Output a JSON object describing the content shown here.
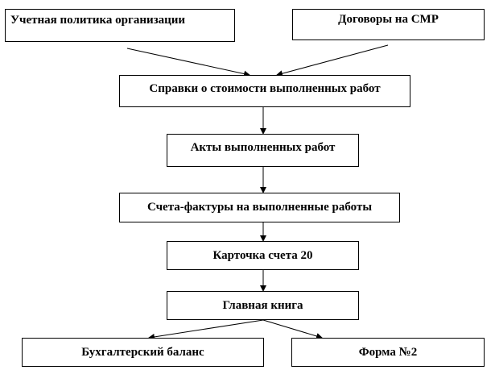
{
  "diagram": {
    "nodes": {
      "policy": "Учетная политика организации",
      "contracts": "Договоры на СМР",
      "spravki": "Справки о стоимости выполненных работ",
      "akty": "Акты выполненных работ",
      "scheta": "Счета-фактуры на выполненные работы",
      "kartochka": "Карточка счета 20",
      "kniga": "Главная книга",
      "balans": "Бухгалтерский баланс",
      "forma": "Форма №2"
    },
    "edges": [
      {
        "from": "policy",
        "to": "spravki"
      },
      {
        "from": "contracts",
        "to": "spravki"
      },
      {
        "from": "spravki",
        "to": "akty"
      },
      {
        "from": "akty",
        "to": "scheta"
      },
      {
        "from": "scheta",
        "to": "kartochka"
      },
      {
        "from": "kartochka",
        "to": "kniga"
      },
      {
        "from": "kniga",
        "to": "balans"
      },
      {
        "from": "kniga",
        "to": "forma"
      }
    ],
    "colors": {
      "line": "#000000",
      "box_border": "#000000",
      "background": "#ffffff"
    }
  }
}
